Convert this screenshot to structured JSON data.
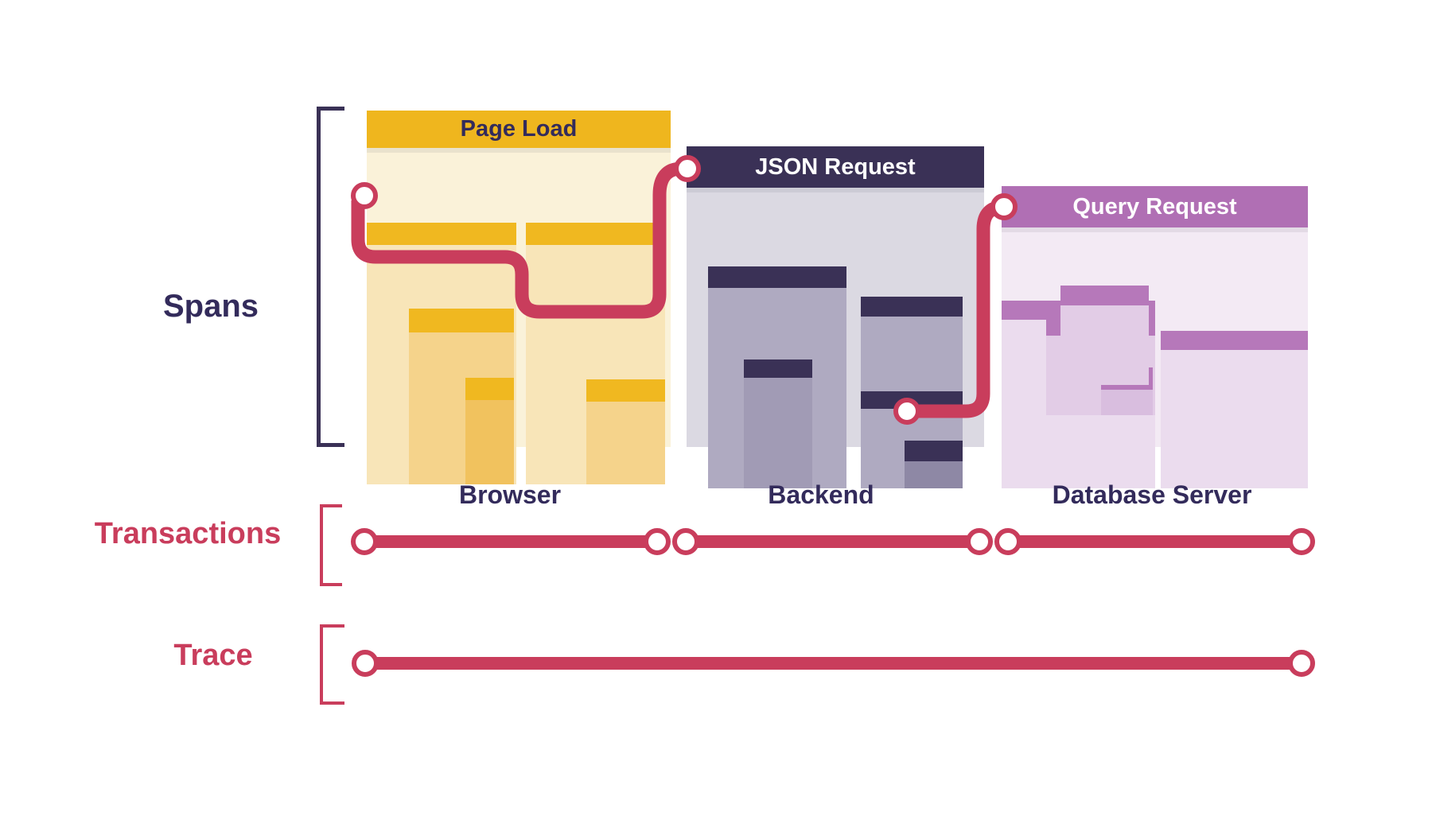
{
  "diagram": {
    "section_labels": {
      "spans": "Spans",
      "transactions": "Transactions",
      "trace": "Trace"
    },
    "span_blocks": [
      {
        "id": "page-load",
        "title": "Page Load",
        "column_label": "Browser",
        "theme_color": "#EFB61E"
      },
      {
        "id": "json-request",
        "title": "JSON Request",
        "column_label": "Backend",
        "theme_color": "#3A3156"
      },
      {
        "id": "query-request",
        "title": "Query Request",
        "column_label": "Database Server",
        "theme_color": "#B06FB4"
      }
    ],
    "transaction_count": 3,
    "trace_count": 1
  },
  "colors": {
    "background": "#FFFFFF",
    "navy": "#3A3156",
    "navy-text": "#332B5B",
    "crimson": "#C93D5C",
    "yellow-header": "#EFB61E",
    "yellow-sub-header": "#F0B820",
    "cream-body": "#FAF2D9",
    "cream-sub": "#F8E5B8",
    "gold-sub": "#F5D38B",
    "gold-deep": "#F1C25E",
    "grey-body": "#DBD9E2",
    "grey-sub": "#AFAAC1",
    "grey-sub-deep": "#A19BB5",
    "grey-deepest": "#8E88A5",
    "purple-header": "#B06FB4",
    "purple-sub-header": "#B678BA",
    "lavender-body": "#F3EAF4",
    "lavender-sub": "#EBDCEE",
    "lavender-sub-deep": "#E2CCE6",
    "lavender-deepest": "#D9BEDF"
  }
}
